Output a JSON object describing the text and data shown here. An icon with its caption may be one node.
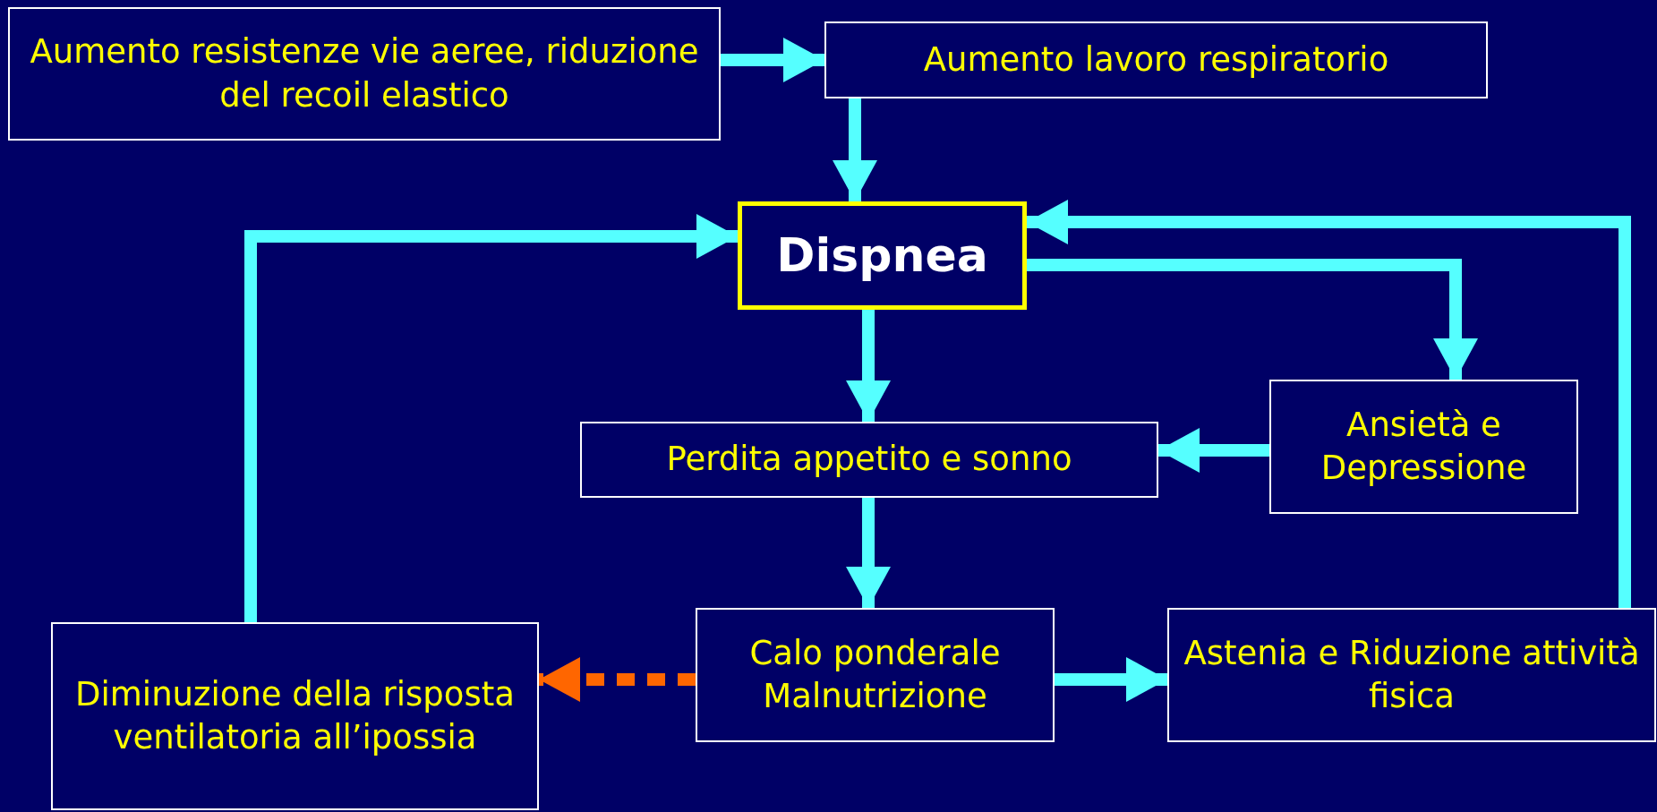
{
  "diagram": {
    "nodes": [
      {
        "text": [
          "Aumento resistenze vie aeree, riduzione del recoil elastico"
        ]
      },
      {
        "text": [
          "Aumento lavoro respiratorio"
        ]
      },
      {
        "text": [
          "Dispnea"
        ]
      },
      {
        "text": [
          "Ansietà e Depressione"
        ]
      },
      {
        "text": [
          "Perdita appetito e sonno"
        ]
      },
      {
        "text": [
          "Diminuzione della risposta ventilatoria all’ipossia"
        ]
      },
      {
        "text": [
          "Calo ponderale Malnutrizione"
        ]
      },
      {
        "text": [
          "Astenia e Riduzione attività fisica"
        ]
      }
    ],
    "edges": [
      {
        "from": 0,
        "to": 1,
        "arrow": "to"
      },
      {
        "from": 1,
        "to": 2,
        "arrow": "to"
      },
      {
        "from": 5,
        "to": 2,
        "arrow": "to"
      },
      {
        "from": 7,
        "to": 2,
        "arrow": "to"
      },
      {
        "from": 2,
        "to": 3,
        "arrow": "to"
      },
      {
        "from": 2,
        "to": 4,
        "arrow": "to"
      },
      {
        "from": 3,
        "to": 4,
        "arrow": "to"
      },
      {
        "from": 4,
        "to": 6,
        "arrow": "to"
      },
      {
        "from": 6,
        "to": 5,
        "arrow": "to",
        "style": "dashed",
        "color": "#ff6600"
      },
      {
        "from": 6,
        "to": 7,
        "arrow": "to"
      }
    ]
  }
}
